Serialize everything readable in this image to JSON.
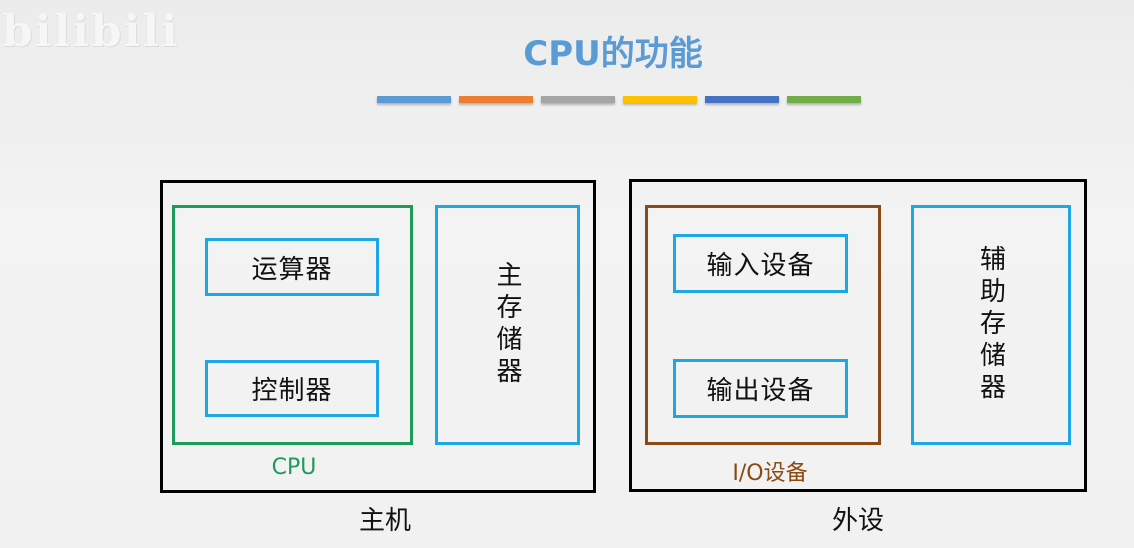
{
  "watermark": "bilibili",
  "title": "CPU的功能",
  "title_color": "#5b9bd5",
  "divider_colors": [
    "#5b9bd5",
    "#ed7d31",
    "#a5a5a5",
    "#ffc000",
    "#4472c4",
    "#70ad47"
  ],
  "host": {
    "caption": "主机",
    "cpu": {
      "caption": "CPU",
      "color": "#1e9b5a",
      "alu_label": "运算器",
      "control_label": "控制器"
    },
    "main_memory_label": "主存储器"
  },
  "peripherals": {
    "caption": "外设",
    "io": {
      "caption": "I/O设备",
      "color": "#8a4a16",
      "input_label": "输入设备",
      "output_label": "输出设备"
    },
    "aux_memory_label": "辅助存储器"
  }
}
